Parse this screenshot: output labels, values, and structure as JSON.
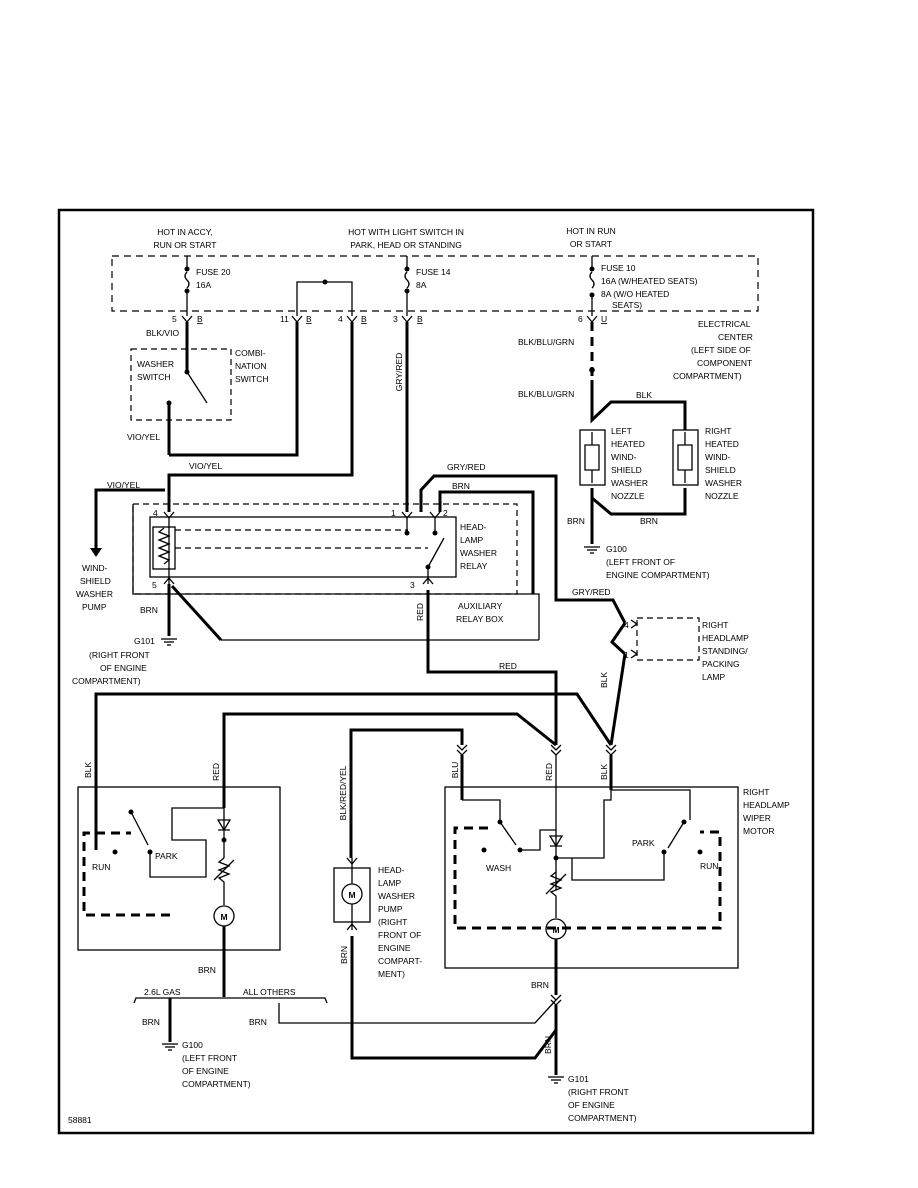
{
  "header": {
    "accy_1": "HOT IN ACCY,",
    "accy_2": "RUN OR START",
    "light_1": "HOT WITH LIGHT SWITCH IN",
    "light_2": "PARK, HEAD OR STANDING",
    "run_1": "HOT IN RUN",
    "run_2": "OR START"
  },
  "fuses": {
    "f20_name": "FUSE 20",
    "f20_rating": "16A",
    "f14_name": "FUSE 14",
    "f14_rating": "8A",
    "f10_name": "FUSE 10",
    "f10_a": "16A (W/HEATED SEATS)",
    "f10_b": "8A (W/O HEATED",
    "f10_c": "SEATS)"
  },
  "connectors": {
    "p5": "5",
    "p11": "11",
    "p4": "4",
    "p3": "3",
    "p6": "6",
    "cB1": "B",
    "cB2": "B",
    "cB3": "B",
    "cB4": "B",
    "cU": "U",
    "r4": "4",
    "r1": "1",
    "r2": "2",
    "r5": "5",
    "r3": "3",
    "s4": "4",
    "s1": "1"
  },
  "electrical_center": [
    "ELECTRICAL",
    "CENTER",
    "(LEFT SIDE OF",
    "COMPONENT",
    "COMPARTMENT)"
  ],
  "wires": {
    "blk_vio": "BLK/VIO",
    "vio_yel_1": "VIO/YEL",
    "vio_yel_2": "VIO/YEL",
    "vio_yel_3": "VIO/YEL",
    "gry_red_1": "GRY/RED",
    "gry_red_2": "GRY/RED",
    "gry_red_3": "GRY/RED",
    "brn_1": "BRN",
    "brn_2": "BRN",
    "brn_3": "BRN",
    "brn_4": "BRN",
    "brn_5": "BRN",
    "brn_6": "BRN",
    "brn_7": "BRN",
    "brn_8": "BRN",
    "brn_9": "BRN",
    "brn_10": "BRN",
    "blk_blu_grn_1": "BLK/BLU/GRN",
    "blk_blu_grn_2": "BLK/BLU/GRN",
    "blk_1": "BLK",
    "blk_2": "BLK",
    "blk_3": "BLK",
    "blk_4": "BLK",
    "red_1": "RED",
    "red_2": "RED",
    "red_3": "RED",
    "red_4": "RED",
    "blu": "BLU",
    "blk_red_yel": "BLK/RED/YEL"
  },
  "combination_switch": {
    "washer_1": "WASHER",
    "washer_2": "SWITCH",
    "combi_1": "COMBI-",
    "combi_2": "NATION",
    "combi_3": "SWITCH"
  },
  "left_nozzle": [
    "LEFT",
    "HEATED",
    "WIND-",
    "SHIELD",
    "WASHER",
    "NOZZLE"
  ],
  "right_nozzle": [
    "RIGHT",
    "HEATED",
    "WIND-",
    "SHIELD",
    "WASHER",
    "NOZZLE"
  ],
  "g100_top": [
    "G100",
    "(LEFT FRONT OF",
    "ENGINE COMPARTMENT)"
  ],
  "relay": [
    "HEAD-",
    "LAMP",
    "WASHER",
    "RELAY"
  ],
  "aux_box": [
    "AUXILIARY",
    "RELAY BOX"
  ],
  "washer_pump": [
    "WIND-",
    "SHIELD",
    "WASHER",
    "PUMP"
  ],
  "g101_left": [
    "G101",
    "(RIGHT FRONT",
    "OF ENGINE",
    "COMPARTMENT)"
  ],
  "standing_lamp": [
    "RIGHT",
    "HEADLAMP",
    "STANDING/",
    "PACKING",
    "LAMP"
  ],
  "right_wiper": [
    "RIGHT",
    "HEADLAMP",
    "WIPER",
    "MOTOR"
  ],
  "hl_pump": [
    "HEAD-",
    "LAMP",
    "WASHER",
    "PUMP",
    "(RIGHT",
    "FRONT OF",
    "ENGINE",
    "COMPART-",
    "MENT)"
  ],
  "motor_labels": {
    "run_l": "RUN",
    "park_l": "PARK",
    "wash_r": "WASH",
    "park_r": "PARK",
    "run_r": "RUN",
    "m1": "M",
    "m2": "M",
    "m3": "M"
  },
  "branch": {
    "gas": "2.6L GAS",
    "others": "ALL OTHERS"
  },
  "g100_bottom": [
    "G100",
    "(LEFT FRONT",
    "OF ENGINE",
    "COMPARTMENT)"
  ],
  "g101_bottom": [
    "G101",
    "(RIGHT FRONT",
    "OF ENGINE",
    "COMPARTMENT)"
  ],
  "figure_number": "58881"
}
